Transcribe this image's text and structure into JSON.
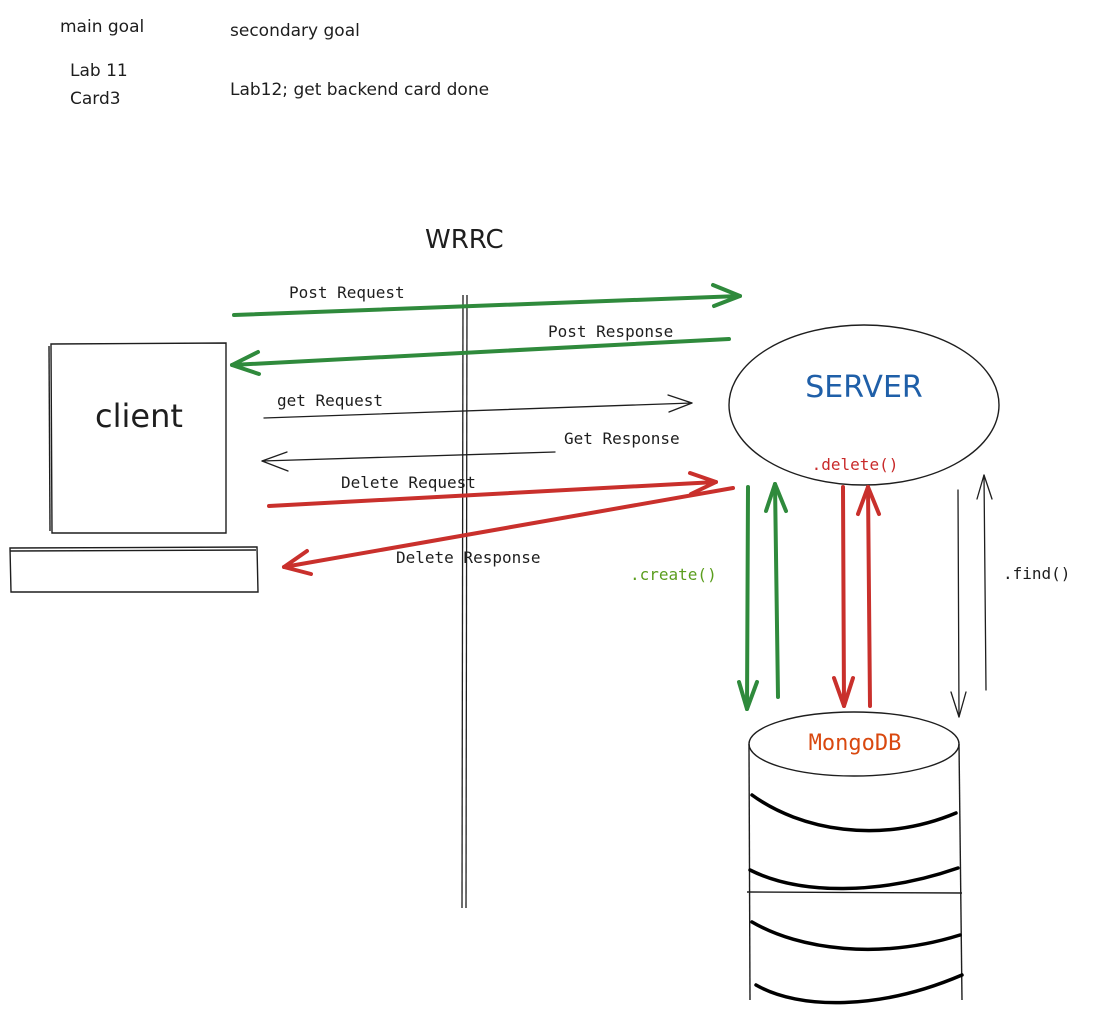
{
  "notes": {
    "main_goal_label": "main goal",
    "secondary_goal_label": "secondary goal",
    "main_goal_line1": "Lab 11",
    "main_goal_line2": "Card3",
    "secondary_goal_text": "Lab12; get backend card done"
  },
  "diagram": {
    "title": "WRRC",
    "client_label": "client",
    "server_label": "SERVER",
    "database_label": "MongoDB",
    "arrows": {
      "post_request": "Post Request",
      "post_response": "Post Response",
      "get_request": "get Request",
      "get_response": "Get Response",
      "delete_request": "Delete Request",
      "delete_response": "Delete Response"
    },
    "methods": {
      "create": ".create()",
      "delete": ".delete()",
      "find": ".find()"
    }
  },
  "colors": {
    "ink": "#1e1e1e",
    "green": "#2f8a3c",
    "red": "#c9302c",
    "server_blue": "#1f5fa8",
    "mongo_orange": "#d9480f",
    "create_green": "#5b9e1e",
    "delete_red": "#c92a2a"
  }
}
